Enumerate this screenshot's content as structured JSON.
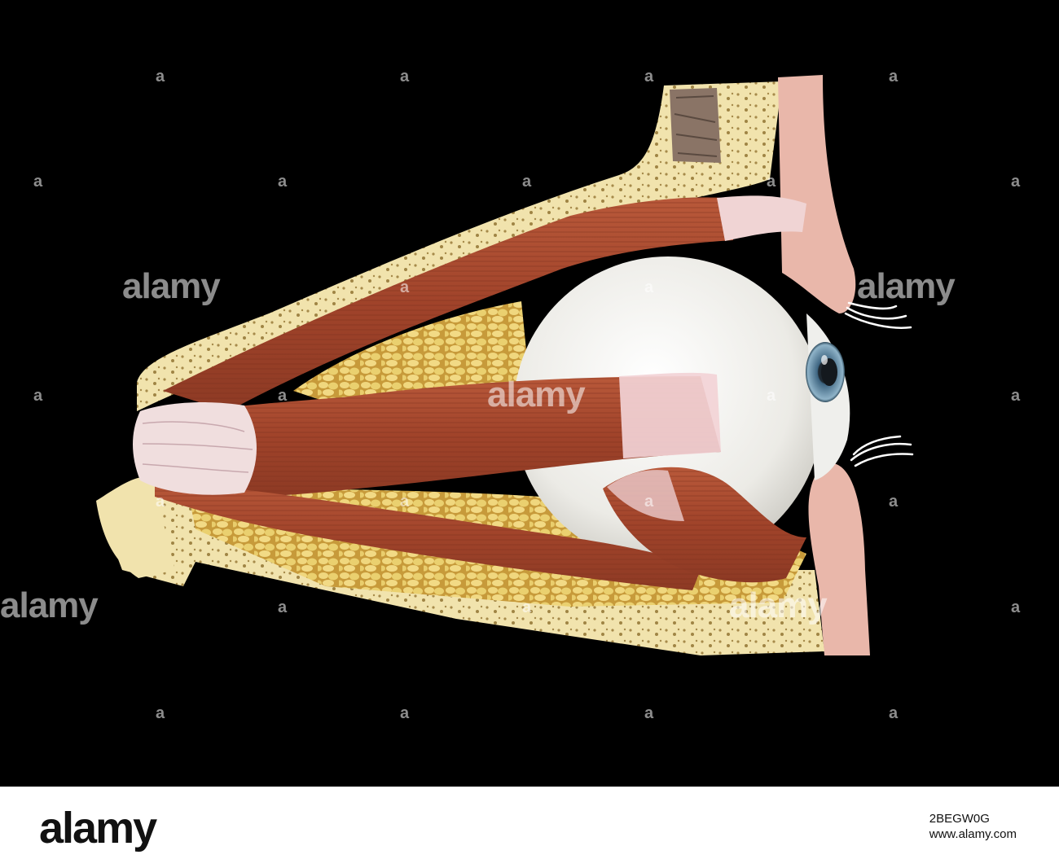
{
  "watermark": {
    "mark": "a",
    "word": "alamy"
  },
  "footer": {
    "logo": "alamy",
    "image_id": "2BEGW0G",
    "site": "www.alamy.com"
  },
  "colors": {
    "background": "#000000",
    "bone": "#efdfa8",
    "fat": "#e8c96b",
    "muscle": "#a94a2c",
    "tendon": "#f0d4d4",
    "sclera": "#f4f4f2",
    "iris": "#6d90a6",
    "skin": "#e9b7aa"
  }
}
